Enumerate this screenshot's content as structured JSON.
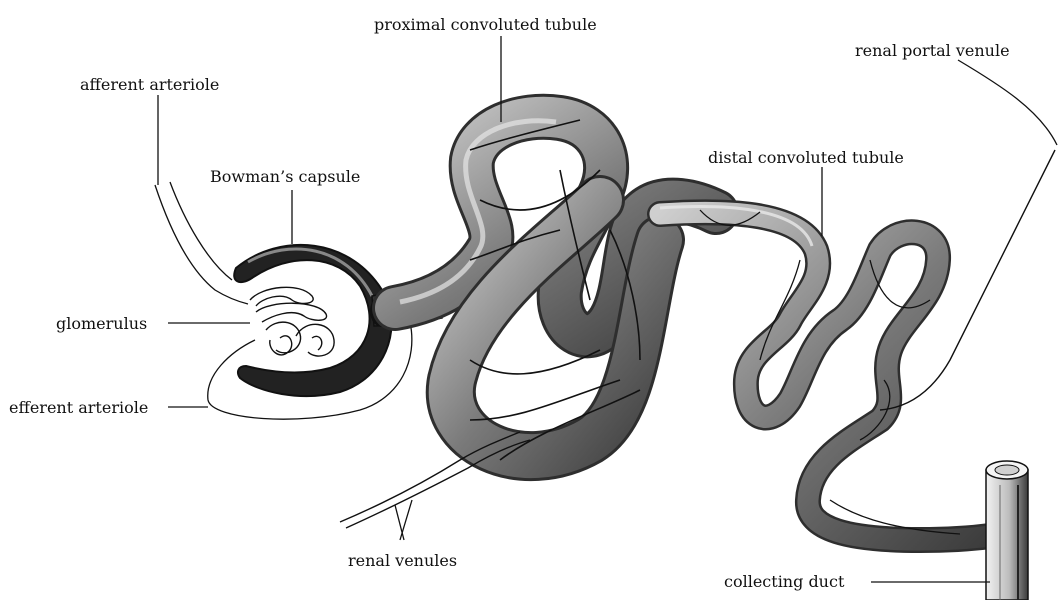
{
  "labels": {
    "proximal": "proximal convoluted tubule",
    "afferent": "afferent arteriole",
    "bowman": "Bowman’s capsule",
    "glomerulus": "glomerulus",
    "efferent": "efferent arteriole",
    "distal": "distal convoluted tubule",
    "renal_portal": "renal portal venule",
    "renal_venules": "renal venules",
    "collecting": "collecting duct"
  },
  "colors": {
    "ink": "#111111",
    "tubule_shade": "#4a4a4a",
    "tubule_highlight": "#d8d8d8"
  }
}
